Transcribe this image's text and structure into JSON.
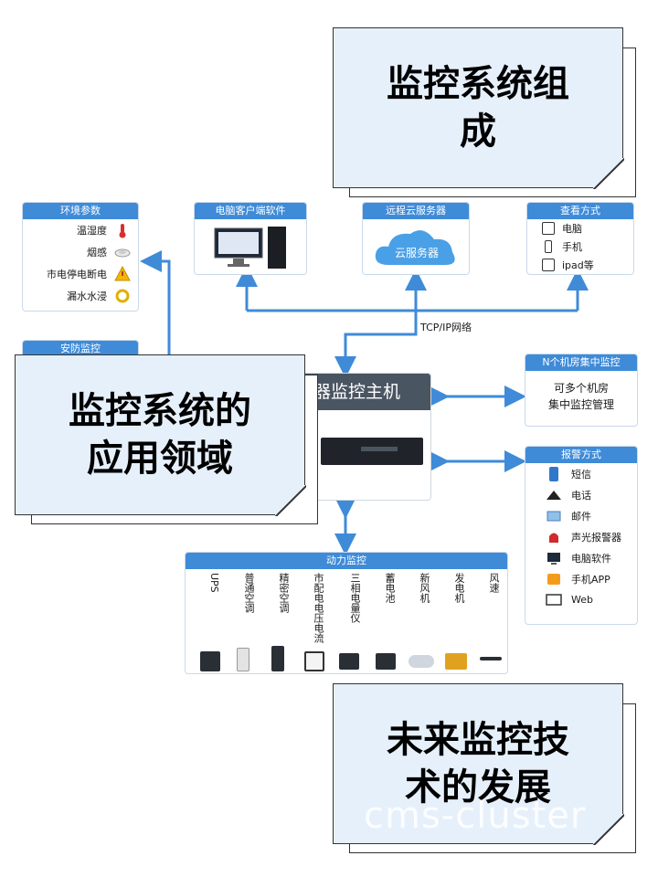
{
  "callouts": {
    "top": [
      "监控系统组",
      "成"
    ],
    "middle": [
      "监控系统的",
      "应用领域"
    ],
    "bottom": [
      "未来监控技",
      "术的发展"
    ]
  },
  "environment": {
    "title": "环境参数",
    "items": [
      "温湿度",
      "烟感",
      "市电停电断电",
      "漏水水浸"
    ]
  },
  "security": {
    "title": "安防监控"
  },
  "client_software": {
    "title": "电脑客户端软件"
  },
  "cloud": {
    "title": "远程云服务器",
    "label": "云服务器"
  },
  "view_methods": {
    "title": "查看方式",
    "items": [
      "电脑",
      "手机",
      "ipad等"
    ]
  },
  "network": {
    "label": "TCP/IP网络"
  },
  "host": {
    "title": "监控主机",
    "title_prefix": "器"
  },
  "multi_room": {
    "title": "N个机房集中监控",
    "lines": [
      "可多个机房",
      "集中监控管理"
    ]
  },
  "alarm": {
    "title": "报警方式",
    "items": [
      "短信",
      "电话",
      "邮件",
      "声光报警器",
      "电脑软件",
      "手机APP",
      "Web"
    ]
  },
  "power": {
    "title": "动力监控",
    "items": [
      "UPS",
      "普通空调",
      "精密空调",
      "市配电电压电流",
      "三相电量仪",
      "蓄电池",
      "新风机",
      "发电机",
      "风速"
    ]
  },
  "watermark": "cms-cluster",
  "colors": {
    "accent": "#3f8bd8",
    "callout_bg": "#e6f0fb",
    "host_head": "#4a5562"
  }
}
